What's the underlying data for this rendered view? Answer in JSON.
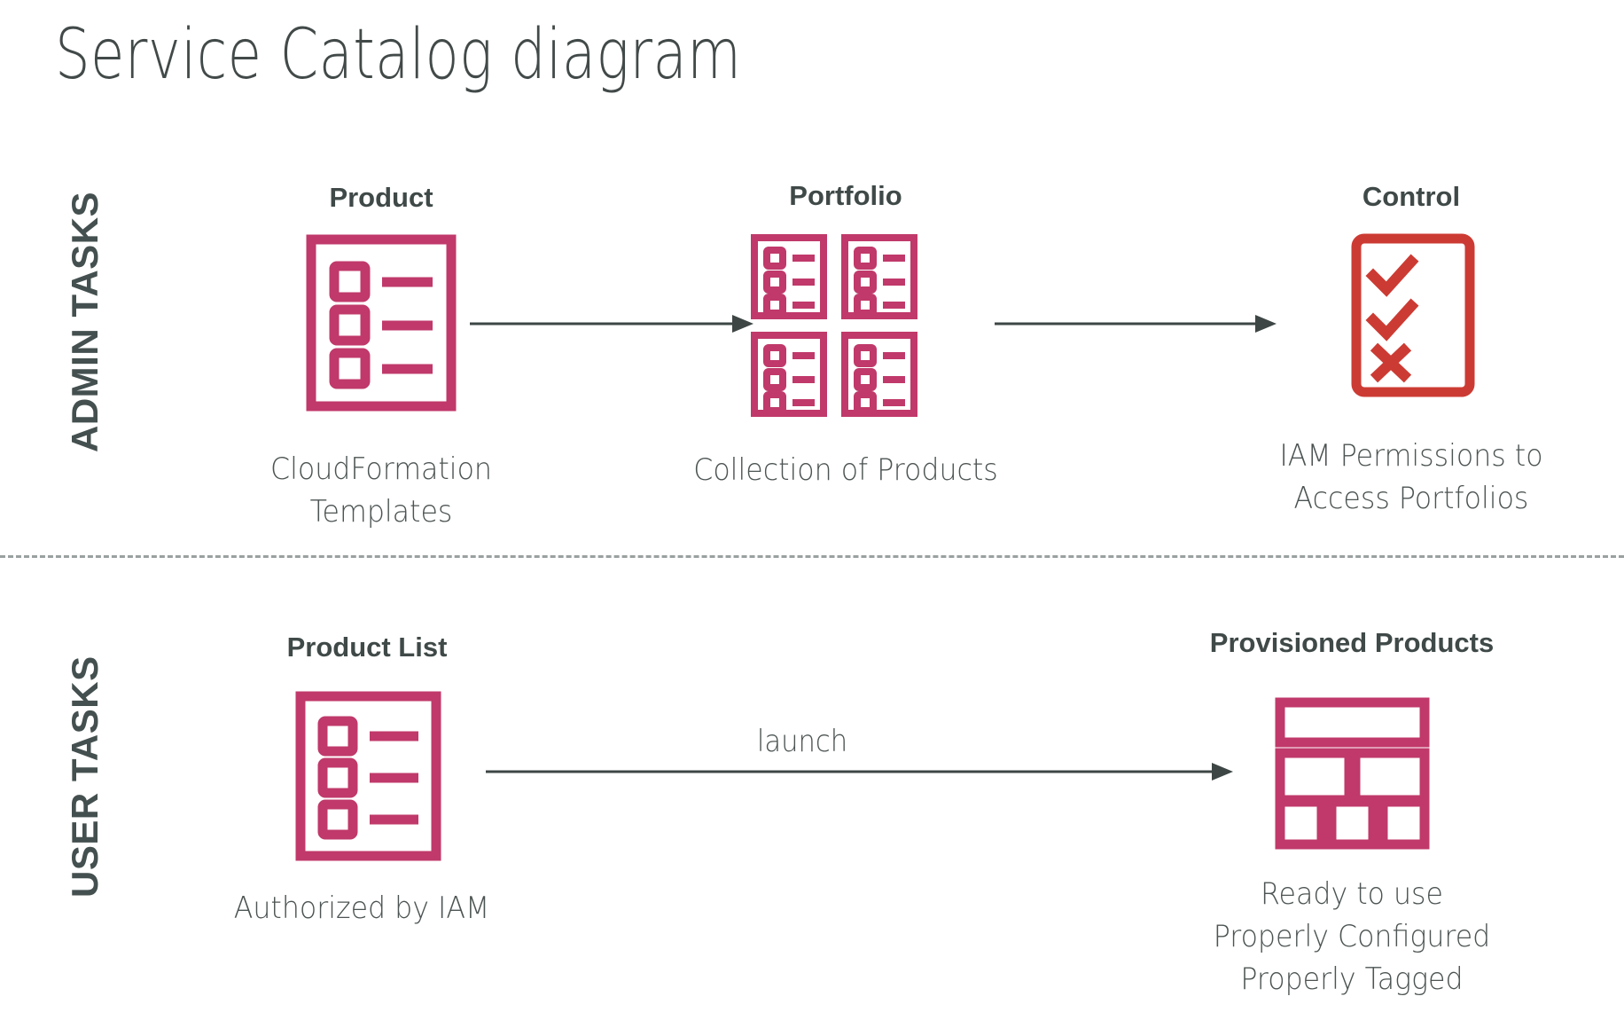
{
  "title": "Service Catalog diagram",
  "colors": {
    "crimson": "#c0396a",
    "red": "#cc3b33",
    "text_dark": "#3f4948",
    "text_body": "#4c5453",
    "arrow": "#3d4645",
    "divider": "#9aa1a0",
    "background": "#ffffff"
  },
  "lanes": [
    {
      "id": "admin",
      "label": "ADMIN TASKS"
    },
    {
      "id": "user",
      "label": "USER TASKS"
    }
  ],
  "admin_row": {
    "nodes": [
      {
        "id": "product",
        "title": "Product",
        "icon": "product-list-document-icon",
        "icon_color": "#c0396a",
        "caption_lines": [
          "CloudFormation",
          "Templates"
        ]
      },
      {
        "id": "portfolio",
        "title": "Portfolio",
        "icon": "portfolio-four-documents-icon",
        "icon_color": "#c0396a",
        "caption_lines": [
          "Collection of Products"
        ]
      },
      {
        "id": "control",
        "title": "Control",
        "icon": "checklist-approval-icon",
        "icon_color": "#cc3b33",
        "caption_lines": [
          "IAM Permissions to",
          "Access Portfolios"
        ]
      }
    ],
    "arrows": [
      {
        "id": "product-to-portfolio",
        "label": ""
      },
      {
        "id": "portfolio-to-control",
        "label": ""
      }
    ]
  },
  "user_row": {
    "nodes": [
      {
        "id": "product-list",
        "title": "Product List",
        "icon": "product-list-document-icon",
        "icon_color": "#c0396a",
        "caption_lines": [
          "Authorized by IAM"
        ]
      },
      {
        "id": "provisioned-products",
        "title": "Provisioned Products",
        "icon": "dashboard-tiles-icon",
        "icon_color": "#c0396a",
        "caption_lines": [
          "Ready to use",
          "Properly Configured",
          "Properly Tagged"
        ]
      }
    ],
    "arrows": [
      {
        "id": "launch-arrow",
        "label": "launch"
      }
    ]
  }
}
